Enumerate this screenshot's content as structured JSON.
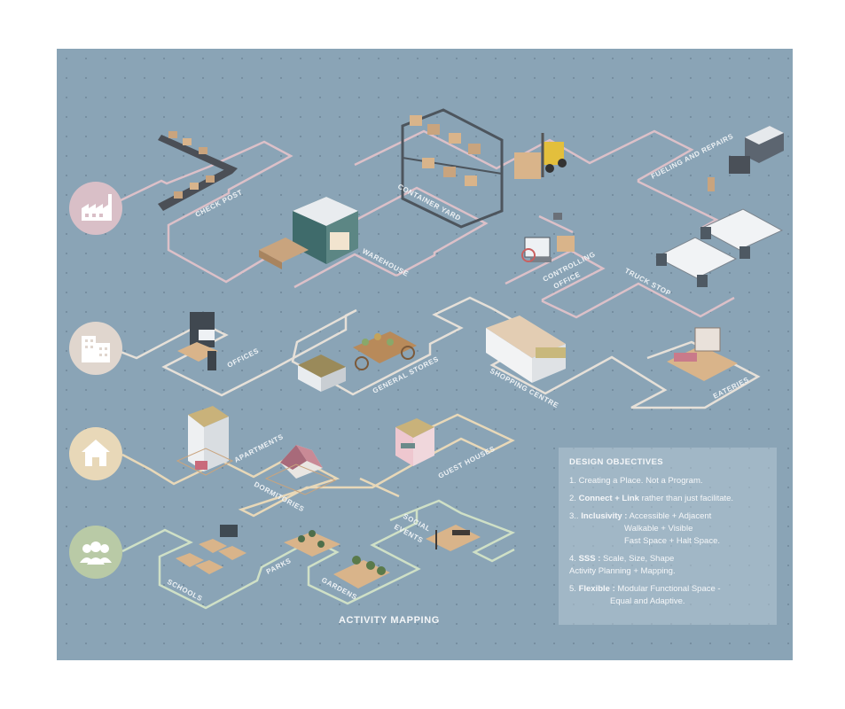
{
  "title": "ACTIVITY MAPPING",
  "category_icons": [
    "factory-icon",
    "office-building-icon",
    "home-icon",
    "people-group-icon"
  ],
  "colors": {
    "background": "#8aa4b6",
    "industry_path": "#dcc0c8",
    "office_path": "#e6e0d8",
    "housing_path": "#e8d8b8",
    "community_path": "#cfe0c6",
    "industry_circle": "#d9bfc7",
    "office_circle": "#e0d6ce",
    "housing_circle": "#e8d8b8",
    "community_circle": "#b9caa6"
  },
  "labels": {
    "check_post": "CHECK POST",
    "warehouse": "WAREHOUSE",
    "container_yard": "CONTAINER YARD",
    "fueling": "FUELING AND REPAIRS",
    "controlling_office": "CONTROLLING OFFICE",
    "controlling_1": "CONTROLLING",
    "controlling_2": "OFFICE",
    "truck_stop": "TRUCK STOP",
    "offices": "OFFICES",
    "general_stores": "GENERAL STORES",
    "shopping_centre": "SHOPPING CENTRE",
    "eateries": "EATERIES",
    "apartments": "APARTMENTS",
    "dormitories": "DORMITORIES",
    "guest_houses": "GUEST HOUSES",
    "schools": "SCHOOLS",
    "parks": "PARKS",
    "gardens": "GARDENS",
    "social_1": "SOCIAL",
    "social_2": "EVENTS"
  },
  "objectives": {
    "heading": "DESIGN OBJECTIVES",
    "o1_num": "1.",
    "o1_text": "Creating a Place. Not a Program.",
    "o2_num": "2.",
    "o2_bold": "Connect + Link",
    "o2_text": "rather than just facilitate.",
    "o3_num": "3..",
    "o3_bold": "Inclusivity :",
    "o3_l1": "Accessible + Adjacent",
    "o3_l2": "Walkable + Visible",
    "o3_l3": "Fast Space + Halt Space.",
    "o4_num": "4.",
    "o4_bold": "SSS :",
    "o4_l1": "Scale, Size, Shape",
    "o4_l2": "Activity Planning + Mapping.",
    "o5_num": "5.",
    "o5_bold": "Flexible :",
    "o5_l1": "Modular Functional Space  -",
    "o5_l2": "Equal and Adaptive."
  }
}
